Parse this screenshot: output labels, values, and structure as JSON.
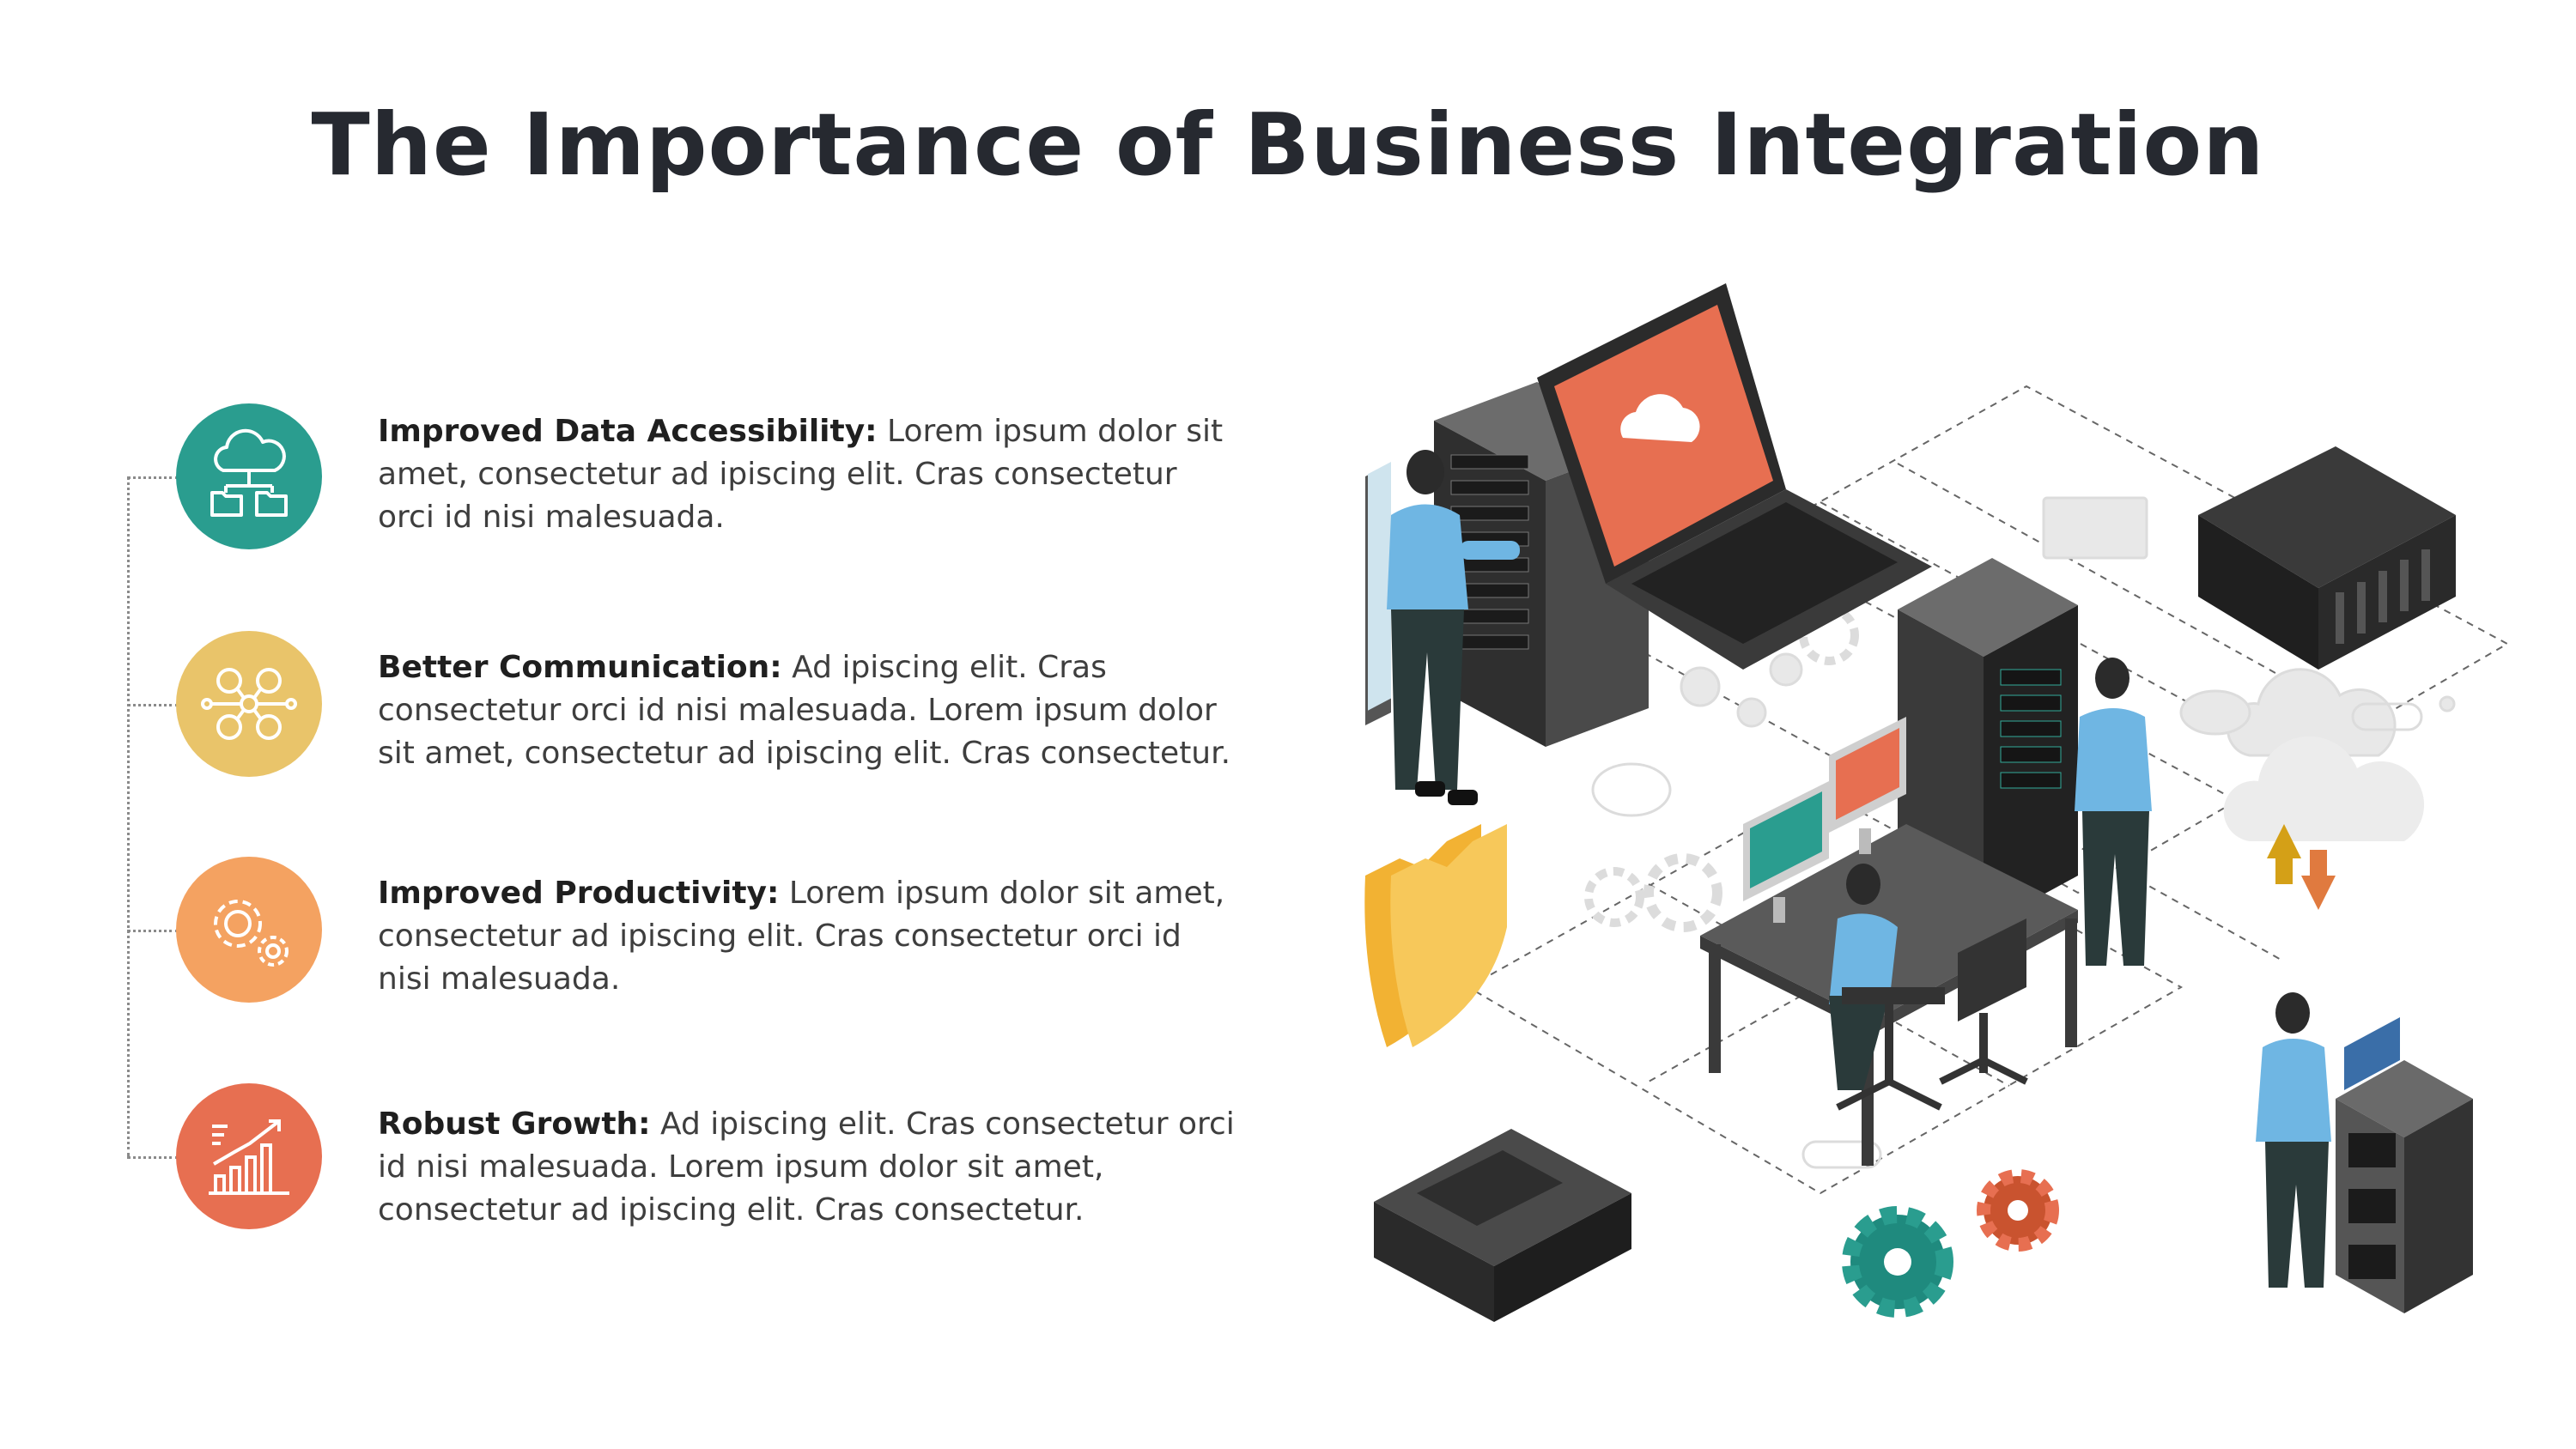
{
  "title": "The Importance of Business Integration",
  "colors": {
    "teal": "#2a9d8f",
    "yellow": "#e9c46a",
    "orange": "#f4a261",
    "red": "#e76f51",
    "title": "#262930"
  },
  "items": [
    {
      "icon": "cloud-network-icon",
      "heading": "Improved Data Accessibility:",
      "text": "Lorem ipsum dolor sit amet, consectetur ad ipiscing elit. Cras consectetur orci id nisi malesuada."
    },
    {
      "icon": "people-network-icon",
      "heading": "Better Communication:",
      "text": "Ad ipiscing elit. Cras consectetur orci id nisi malesuada.  Lorem ipsum dolor sit amet, consectetur ad ipiscing elit. Cras consectetur."
    },
    {
      "icon": "gears-icon",
      "heading": "Improved Productivity:",
      "text": "Lorem ipsum dolor sit amet, consectetur ad ipiscing elit. Cras consectetur orci id nisi malesuada."
    },
    {
      "icon": "growth-chart-icon",
      "heading": "Robust Growth:",
      "text": "Ad ipiscing elit. Cras consectetur orci id nisi malesuada.  Lorem ipsum dolor sit amet, consectetur ad ipiscing elit. Cras consectetur."
    }
  ]
}
